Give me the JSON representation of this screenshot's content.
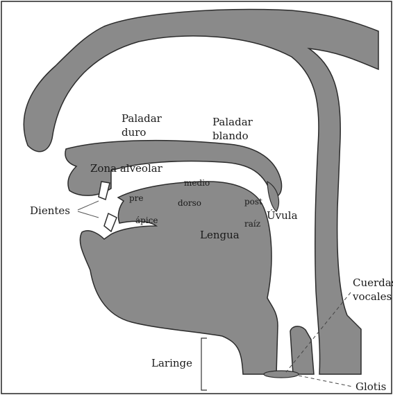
{
  "diagram": {
    "colors": {
      "tissue": "#8a8a8a",
      "outline": "#2b2b2b",
      "background": "#ffffff",
      "text": "#1a1a1a"
    },
    "labels": {
      "paladar_duro_1": "Paladar",
      "paladar_duro_2": "duro",
      "paladar_blando_1": "Paladar",
      "paladar_blando_2": "blando",
      "zona_alveolar": "Zona alveolar",
      "medio": "medio",
      "pre": "pre",
      "dorso": "dorso",
      "post": "post",
      "dientes": "Dientes",
      "apice": "ápice",
      "uvula": "Úvula",
      "raiz": "raíz",
      "lengua": "Lengua",
      "cuerdas_1": "Cuerdas",
      "cuerdas_2": "vocales",
      "laringe": "Laringe",
      "glotis": "Glotis"
    }
  }
}
